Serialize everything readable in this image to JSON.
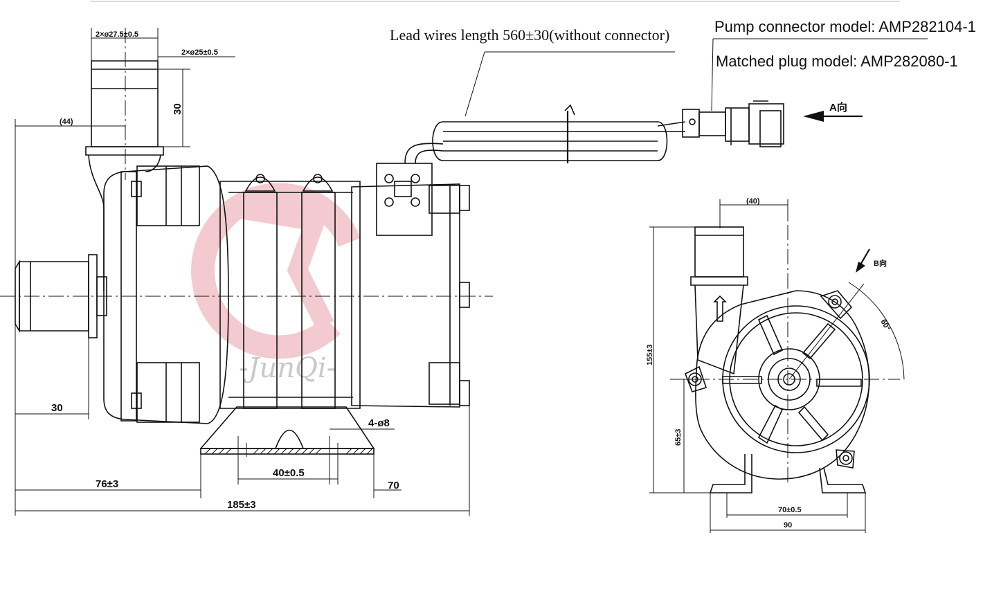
{
  "notes": {
    "lead_wires": "Lead wires length 560±30(without connector)",
    "pump_connector": "Pump connector model: AMP282104-1",
    "matched_plug": "Matched plug model: AMP282080-1",
    "view_a": "A向",
    "view_b": "B向",
    "watermark": "-JunQi-"
  },
  "side_view": {
    "dims": {
      "outlet_dia_outer": "2×ø27.5±0.5",
      "outlet_dia_inner": "2×ø25±0.5",
      "outlet_height": "30",
      "outlet_offset": "(44)",
      "inlet_length": "30",
      "mount_holes": "4-ø8",
      "hole_spacing": "40±0.5",
      "inlet_to_base": "76±3",
      "base_width": "70",
      "overall_length": "185±3"
    }
  },
  "end_view": {
    "dims": {
      "outlet_offset": "(40)",
      "overall_height": "155±3",
      "center_height": "65±3",
      "foot_spacing": "70±0.5",
      "foot_width": "90",
      "angle": "60°"
    }
  },
  "colors": {
    "line": "#111111",
    "watermark_red": "#e8a0a8",
    "watermark_grey": "#c9c9c9"
  }
}
